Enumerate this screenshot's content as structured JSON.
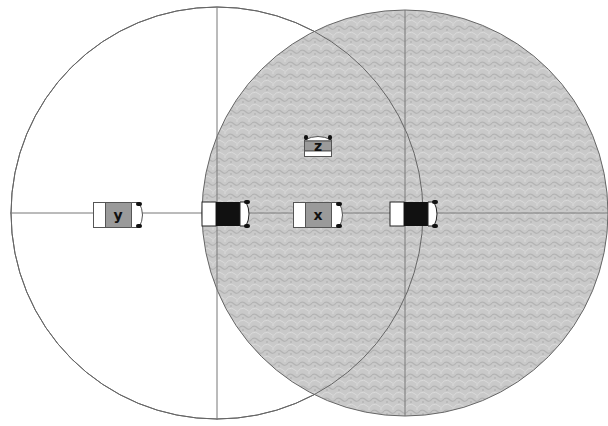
{
  "diagram": {
    "nodes": [
      {
        "text": [
          "z"
        ]
      },
      {
        "text": [
          "y"
        ]
      },
      {
        "text": [
          "x"
        ]
      }
    ]
  }
}
